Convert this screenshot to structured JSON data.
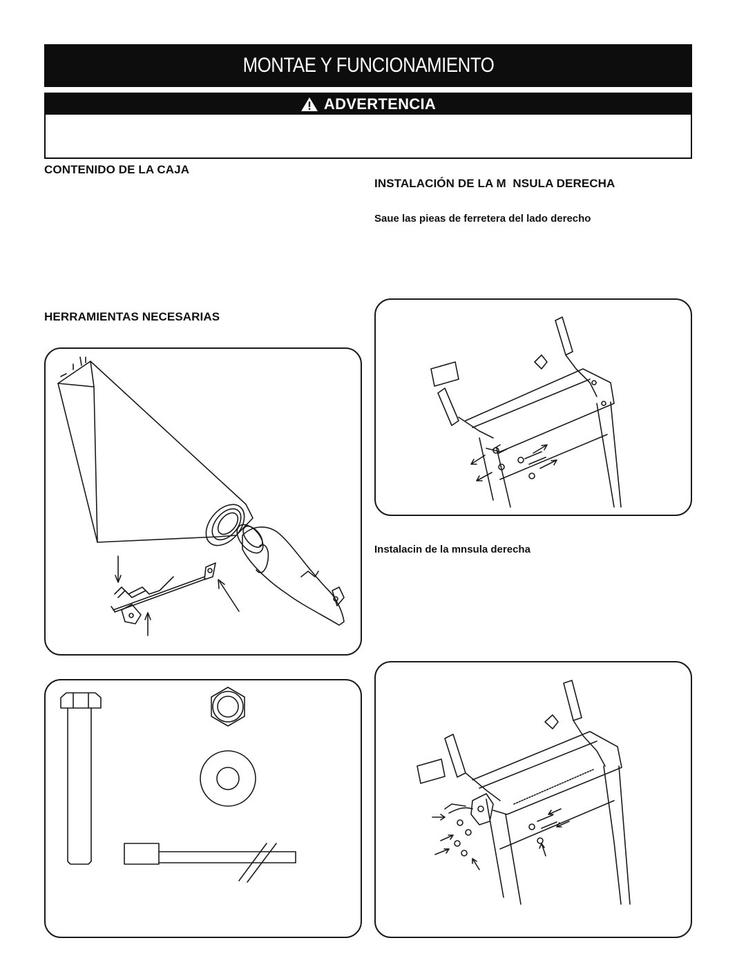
{
  "header": {
    "title": "MONTAE Y FUNCIONAMIENTO"
  },
  "warning": {
    "label": "ADVERTENCIA"
  },
  "left": {
    "box_contents_heading": "CONTENIDO DE LA CAJA",
    "tools_heading": "HERRAMIENTAS NECESARIAS"
  },
  "right": {
    "install_heading": "INSTALACIÓN DE LA M  NSULA DERECHA",
    "remove_hardware_text": "Saue las pieas de ferretera del lado derecho",
    "figure_caption": "Instalacin de la mnsula derecha"
  },
  "icons": {
    "warning": "warning-triangle-icon"
  },
  "colors": {
    "title_bar": "#0d0d0d",
    "line_art": "#1a1a1a"
  }
}
